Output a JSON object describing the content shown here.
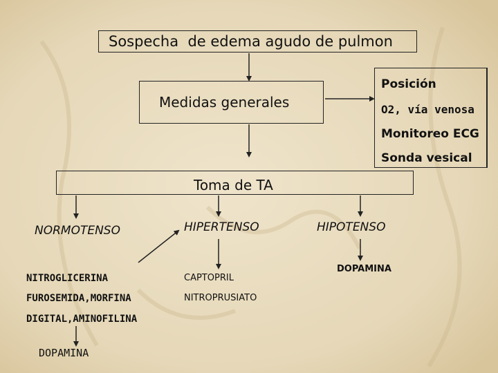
{
  "colors": {
    "background": "#ebe0c6",
    "ink": "#111111"
  },
  "title_box": {
    "label": "Sospecha  de edema agudo de pulmon"
  },
  "general_box": {
    "label": "Medidas generales"
  },
  "side_box": {
    "items": [
      "Posición",
      "O2, vía venosa",
      "Monitoreo ECG",
      "Sonda vesical"
    ]
  },
  "ta_box": {
    "label": "Toma de TA"
  },
  "branches": {
    "normotenso": {
      "label": "NORMOTENSO",
      "drugs": [
        "NITROGLICERINA",
        "FUROSEMIDA,MORFINA",
        "DIGITAL,AMINOFILINA"
      ],
      "final": "DOPAMINA"
    },
    "hipertenso": {
      "label": "HIPERTENSO",
      "drugs": [
        "CAPTOPRIL",
        "NITROPRUSIATO"
      ]
    },
    "hipotenso": {
      "label": "HIPOTENSO",
      "drugs": [
        "DOPAMINA"
      ]
    }
  }
}
